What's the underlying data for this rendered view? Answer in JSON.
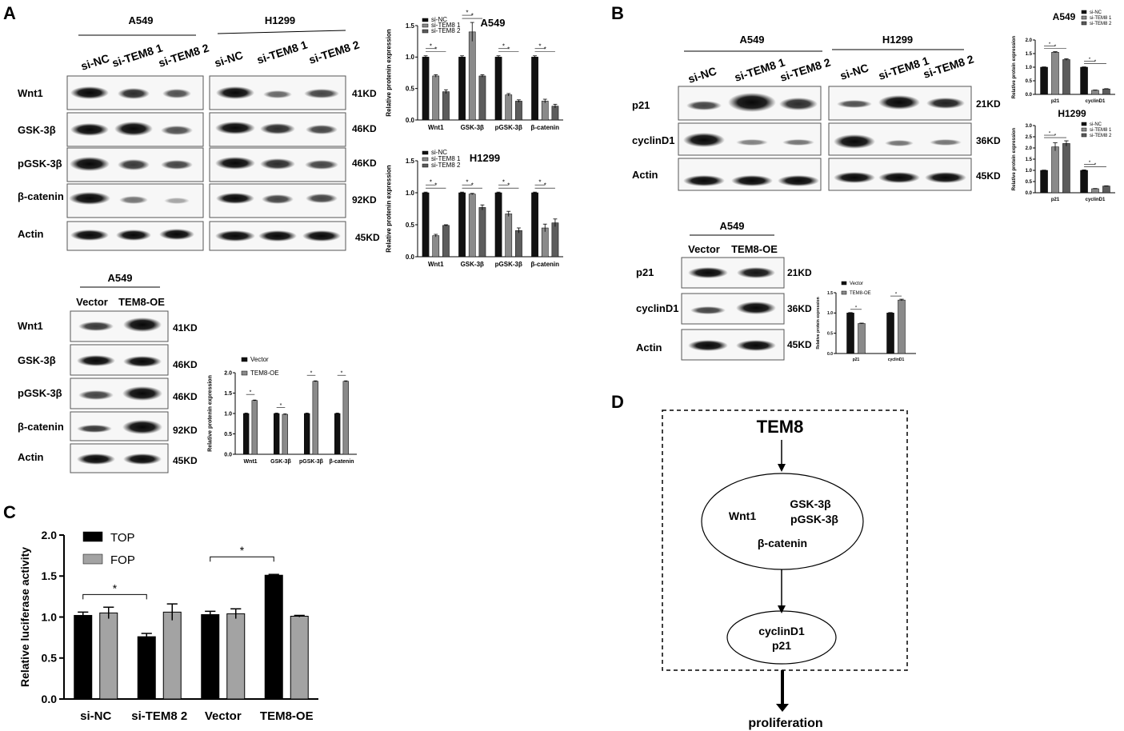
{
  "panels": {
    "a": "A",
    "b": "B",
    "c": "C",
    "d": "D"
  },
  "panel_a": {
    "blot1": {
      "cell_a": "A549",
      "cell_b": "H1299",
      "lanes": [
        "si-NC",
        "si-TEM8 1",
        "si-TEM8 2"
      ],
      "rows": [
        "Wnt1",
        "GSK-3β",
        "pGSK-3β",
        "β-catenin",
        "Actin"
      ],
      "sizes": [
        "41KD",
        "46KD",
        "46KD",
        "92KD",
        "45KD"
      ]
    },
    "blot2": {
      "cell": "A549",
      "lanes": [
        "Vector",
        "TEM8-OE"
      ],
      "rows": [
        "Wnt1",
        "GSK-3β",
        "pGSK-3β",
        "β-catenin",
        "Actin"
      ],
      "sizes": [
        "41KD",
        "46KD",
        "46KD",
        "92KD",
        "45KD"
      ]
    }
  },
  "panel_b": {
    "blot1": {
      "cell_a": "A549",
      "cell_b": "H1299",
      "lanes": [
        "si-NC",
        "si-TEM8 1",
        "si-TEM8 2"
      ],
      "rows": [
        "p21",
        "cyclinD1",
        "Actin"
      ],
      "sizes": [
        "21KD",
        "36KD",
        "45KD"
      ]
    },
    "blot2": {
      "cell": "A549",
      "lanes": [
        "Vector",
        "TEM8-OE"
      ],
      "rows": [
        "p21",
        "cyclinD1",
        "Actin"
      ],
      "sizes": [
        "21KD",
        "36KD",
        "45KD"
      ]
    }
  },
  "panel_d": {
    "top": "TEM8",
    "ellipse1": [
      "Wnt1",
      "GSK-3β",
      "pGSK-3β",
      "β-catenin"
    ],
    "ellipse2": [
      "cyclinD1",
      "p21"
    ],
    "bottom": "proliferation"
  },
  "chart_data": [
    {
      "id": "A_A549",
      "type": "bar",
      "title": "A549",
      "ylabel": "Relative protenin expression",
      "ylim": [
        0,
        1.5
      ],
      "yticks": [
        "0.0",
        "0.5",
        "1.0",
        "1.5"
      ],
      "categories": [
        "Wnt1",
        "GSK-3β",
        "pGSK-3β",
        "β-catenin"
      ],
      "series": [
        {
          "name": "si-NC",
          "values": [
            1.0,
            1.0,
            1.0,
            1.0
          ]
        },
        {
          "name": "si-TEM8 1",
          "values": [
            0.7,
            1.4,
            0.4,
            0.3
          ]
        },
        {
          "name": "si-TEM8 2",
          "values": [
            0.45,
            0.7,
            0.3,
            0.22
          ]
        }
      ],
      "errors": [
        [
          0.02,
          0.02,
          0.02,
          0.02
        ],
        [
          0.02,
          0.15,
          0.02,
          0.03
        ],
        [
          0.03,
          0.02,
          0.02,
          0.03
        ]
      ],
      "colors": [
        "#111111",
        "#8a8a8a",
        "#5c5c5c"
      ],
      "legend_position": "top-left",
      "sig": "*"
    },
    {
      "id": "A_H1299",
      "type": "bar",
      "title": "H1299",
      "ylabel": "Relative protenin expression",
      "ylim": [
        0,
        1.5
      ],
      "yticks": [
        "0.0",
        "0.5",
        "1.0",
        "1.5"
      ],
      "categories": [
        "Wnt1",
        "GSK-3β",
        "pGSK-3β",
        "β-catenin"
      ],
      "series": [
        {
          "name": "si-NC",
          "values": [
            1.0,
            1.0,
            1.0,
            1.0
          ]
        },
        {
          "name": "si-TEM8 1",
          "values": [
            0.33,
            0.98,
            0.67,
            0.45
          ]
        },
        {
          "name": "si-TEM8 2",
          "values": [
            0.49,
            0.77,
            0.41,
            0.53
          ]
        }
      ],
      "errors": [
        [
          0.01,
          0.01,
          0.01,
          0.01
        ],
        [
          0.02,
          0.01,
          0.04,
          0.06
        ],
        [
          0.01,
          0.04,
          0.04,
          0.06
        ]
      ],
      "colors": [
        "#111111",
        "#8a8a8a",
        "#5c5c5c"
      ],
      "legend_position": "top-left",
      "sig": "*"
    },
    {
      "id": "A_OE",
      "type": "bar",
      "ylabel": "Relative protenin expression",
      "ylim": [
        0,
        2.0
      ],
      "yticks": [
        "0.0",
        "0.5",
        "1.0",
        "1.5",
        "2.0"
      ],
      "categories": [
        "Wnt1",
        "GSK-3β",
        "pGSK-3β",
        "β-catenin"
      ],
      "series": [
        {
          "name": "Vector",
          "values": [
            1.0,
            1.0,
            1.0,
            1.0
          ]
        },
        {
          "name": "TEM8-OE",
          "values": [
            1.32,
            0.98,
            1.79,
            1.79
          ]
        }
      ],
      "errors": [
        [
          0.01,
          0.01,
          0.01,
          0.01
        ],
        [
          0.01,
          0.01,
          0.01,
          0.01
        ]
      ],
      "colors": [
        "#111111",
        "#8a8a8a"
      ],
      "legend_position": "top-left",
      "sig": "*"
    },
    {
      "id": "B_A549",
      "type": "bar",
      "title": "A549",
      "ylabel": "Relative protein expression",
      "ylim": [
        0,
        2.0
      ],
      "yticks": [
        "0.0",
        "0.5",
        "1.0",
        "1.5",
        "2.0"
      ],
      "categories": [
        "p21",
        "cyclinD1"
      ],
      "series": [
        {
          "name": "si-NC",
          "values": [
            1.0,
            1.0
          ]
        },
        {
          "name": "si-TEM8 1",
          "values": [
            1.55,
            0.15
          ]
        },
        {
          "name": "si-TEM8 2",
          "values": [
            1.28,
            0.2
          ]
        }
      ],
      "errors": [
        [
          0.01,
          0.01
        ],
        [
          0.02,
          0.01
        ],
        [
          0.03,
          0.01
        ]
      ],
      "colors": [
        "#111111",
        "#8a8a8a",
        "#5c5c5c"
      ],
      "legend_position": "top-right",
      "sig": "*"
    },
    {
      "id": "B_H1299",
      "type": "bar",
      "title": "H1299",
      "ylabel": "Relative protein expression",
      "ylim": [
        0,
        3.0
      ],
      "yticks": [
        "0.0",
        "0.5",
        "1.0",
        "1.5",
        "2.0",
        "2.5",
        "3.0"
      ],
      "categories": [
        "p21",
        "cyclinD1"
      ],
      "series": [
        {
          "name": "si-NC",
          "values": [
            1.0,
            1.0
          ]
        },
        {
          "name": "si-TEM8 1",
          "values": [
            2.05,
            0.18
          ]
        },
        {
          "name": "si-TEM8 2",
          "values": [
            2.2,
            0.3
          ]
        }
      ],
      "errors": [
        [
          0.01,
          0.02
        ],
        [
          0.18,
          0.01
        ],
        [
          0.12,
          0.01
        ]
      ],
      "colors": [
        "#111111",
        "#8a8a8a",
        "#5c5c5c"
      ],
      "legend_position": "top-right",
      "sig": "*"
    },
    {
      "id": "B_OE",
      "type": "bar",
      "ylabel": "Relative protein expression",
      "ylim": [
        0,
        1.5
      ],
      "yticks": [
        "0.0",
        "0.5",
        "1.0",
        "1.5"
      ],
      "categories": [
        "p21",
        "cyclinD1"
      ],
      "series": [
        {
          "name": "Vector",
          "values": [
            1.0,
            1.0
          ]
        },
        {
          "name": "TEM8-OE",
          "values": [
            0.74,
            1.32
          ]
        }
      ],
      "errors": [
        [
          0.01,
          0.01
        ],
        [
          0.01,
          0.02
        ]
      ],
      "colors": [
        "#111111",
        "#8a8a8a"
      ],
      "legend_position": "top-left",
      "sig": "*"
    },
    {
      "id": "C",
      "type": "bar",
      "ylabel": "Relative luciferase activity",
      "ylim": [
        0,
        2.0
      ],
      "yticks": [
        "0.0",
        "0.5",
        "1.0",
        "1.5",
        "2.0"
      ],
      "categories": [
        "si-NC",
        "si-TEM8 2",
        "Vector",
        "TEM8-OE"
      ],
      "series": [
        {
          "name": "TOP",
          "values": [
            1.02,
            0.76,
            1.03,
            1.51
          ]
        },
        {
          "name": "FOP",
          "values": [
            1.05,
            1.06,
            1.04,
            1.01
          ]
        }
      ],
      "errors": [
        [
          0.04,
          0.04,
          0.04,
          0.01
        ],
        [
          0.07,
          0.1,
          0.06,
          0.01
        ]
      ],
      "colors": [
        "#000000",
        "#a3a3a3"
      ],
      "legend_position": "top-left",
      "sig": "*"
    }
  ]
}
